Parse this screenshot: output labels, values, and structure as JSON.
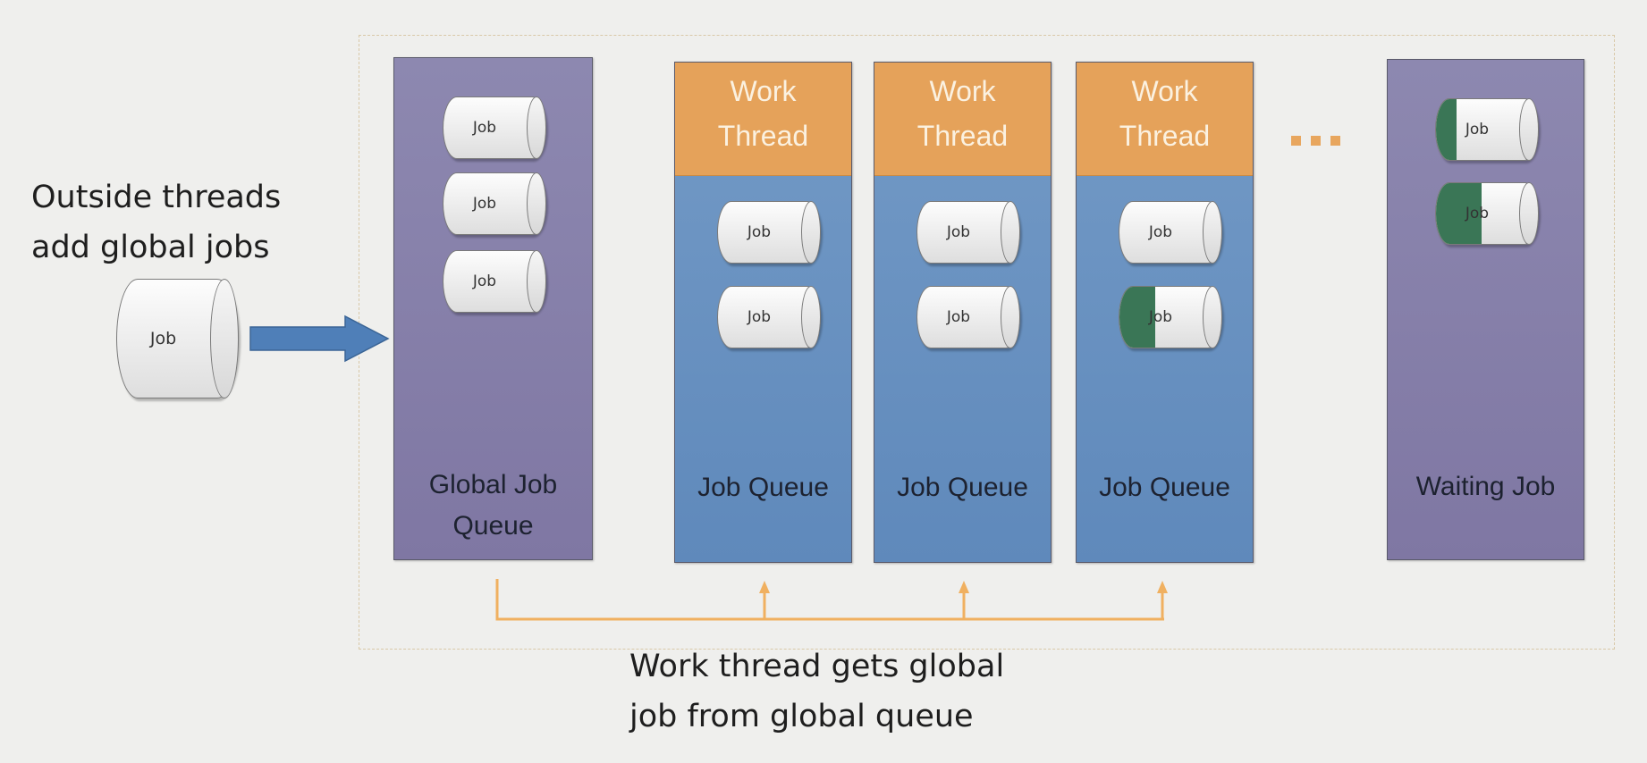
{
  "outside": {
    "line1": "Outside threads",
    "line2": "add global jobs",
    "job_label": "Job"
  },
  "global_queue": {
    "line1": "Global Job",
    "line2": "Queue",
    "jobs": [
      "Job",
      "Job",
      "Job"
    ]
  },
  "threads": [
    {
      "header1": "Work",
      "header2": "Thread",
      "label": "Job Queue",
      "jobs": [
        {
          "label": "Job",
          "progress": 0
        },
        {
          "label": "Job",
          "progress": 0
        }
      ]
    },
    {
      "header1": "Work",
      "header2": "Thread",
      "label": "Job Queue",
      "jobs": [
        {
          "label": "Job",
          "progress": 0
        },
        {
          "label": "Job",
          "progress": 0
        }
      ]
    },
    {
      "header1": "Work",
      "header2": "Thread",
      "label": "Job Queue",
      "jobs": [
        {
          "label": "Job",
          "progress": 0
        },
        {
          "label": "Job",
          "progress": 0.35
        }
      ]
    }
  ],
  "waiting": {
    "label": "Waiting Job",
    "jobs": [
      {
        "label": "Job",
        "progress": 0.2
      },
      {
        "label": "Job",
        "progress": 0.45
      }
    ]
  },
  "caption": {
    "line1": "Work thread gets global",
    "line2": "job from global queue"
  },
  "colors": {
    "purple": "#8a83ab",
    "blue": "#6a93c2",
    "orange": "#e5a25a",
    "green": "#3a7656",
    "arrow": "#4f7fb8",
    "bracket": "#f0b060"
  }
}
